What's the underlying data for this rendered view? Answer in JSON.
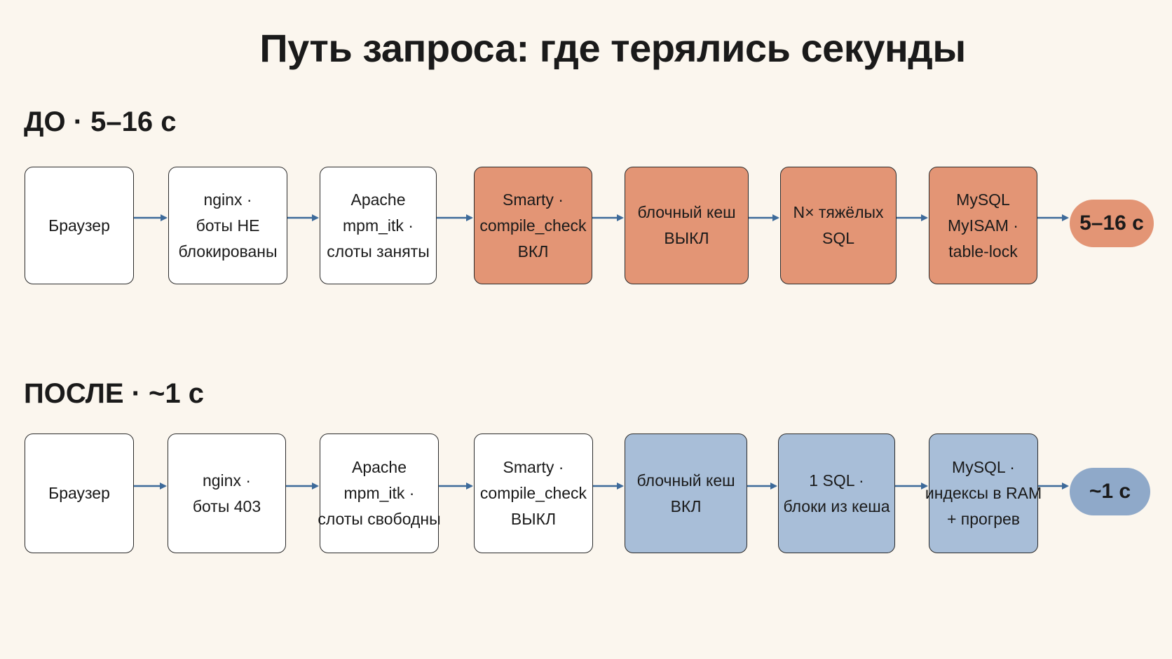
{
  "title": "Путь запроса: где терялись секунды",
  "colors": {
    "background": "#fbf6ee",
    "slow_fill": "#e39575",
    "fast_fill": "#a8bed8",
    "fast_result_fill": "#8fa9c9",
    "arrow": "#3d6a9a"
  },
  "before": {
    "label": "ДО · 5–16 с",
    "nodes": [
      {
        "lines": [
          "Браузер"
        ]
      },
      {
        "lines": [
          "nginx ·",
          "боты НЕ",
          "блокированы"
        ]
      },
      {
        "lines": [
          "Apache",
          "mpm_itk ·",
          "слоты заняты"
        ]
      },
      {
        "lines": [
          "Smarty ·",
          "compile_check",
          "ВКЛ"
        ]
      },
      {
        "lines": [
          "блочный кеш",
          "ВЫКЛ"
        ]
      },
      {
        "lines": [
          "N× тяжёлых",
          "SQL"
        ]
      },
      {
        "lines": [
          "MySQL",
          "MyISAM ·",
          "table-lock"
        ]
      }
    ],
    "result": "5–16 с"
  },
  "after": {
    "label": "ПОСЛЕ · ~1 с",
    "nodes": [
      {
        "lines": [
          "Браузер"
        ]
      },
      {
        "lines": [
          "nginx ·",
          "боты 403"
        ]
      },
      {
        "lines": [
          "Apache",
          "mpm_itk ·",
          "слоты свободны"
        ]
      },
      {
        "lines": [
          "Smarty ·",
          "compile_check",
          "ВЫКЛ"
        ]
      },
      {
        "lines": [
          "блочный кеш",
          "ВКЛ"
        ]
      },
      {
        "lines": [
          "1 SQL ·",
          "блоки из кеша"
        ]
      },
      {
        "lines": [
          "MySQL ·",
          "индексы в RAM",
          "+ прогрев"
        ]
      }
    ],
    "result": "~1 с"
  }
}
